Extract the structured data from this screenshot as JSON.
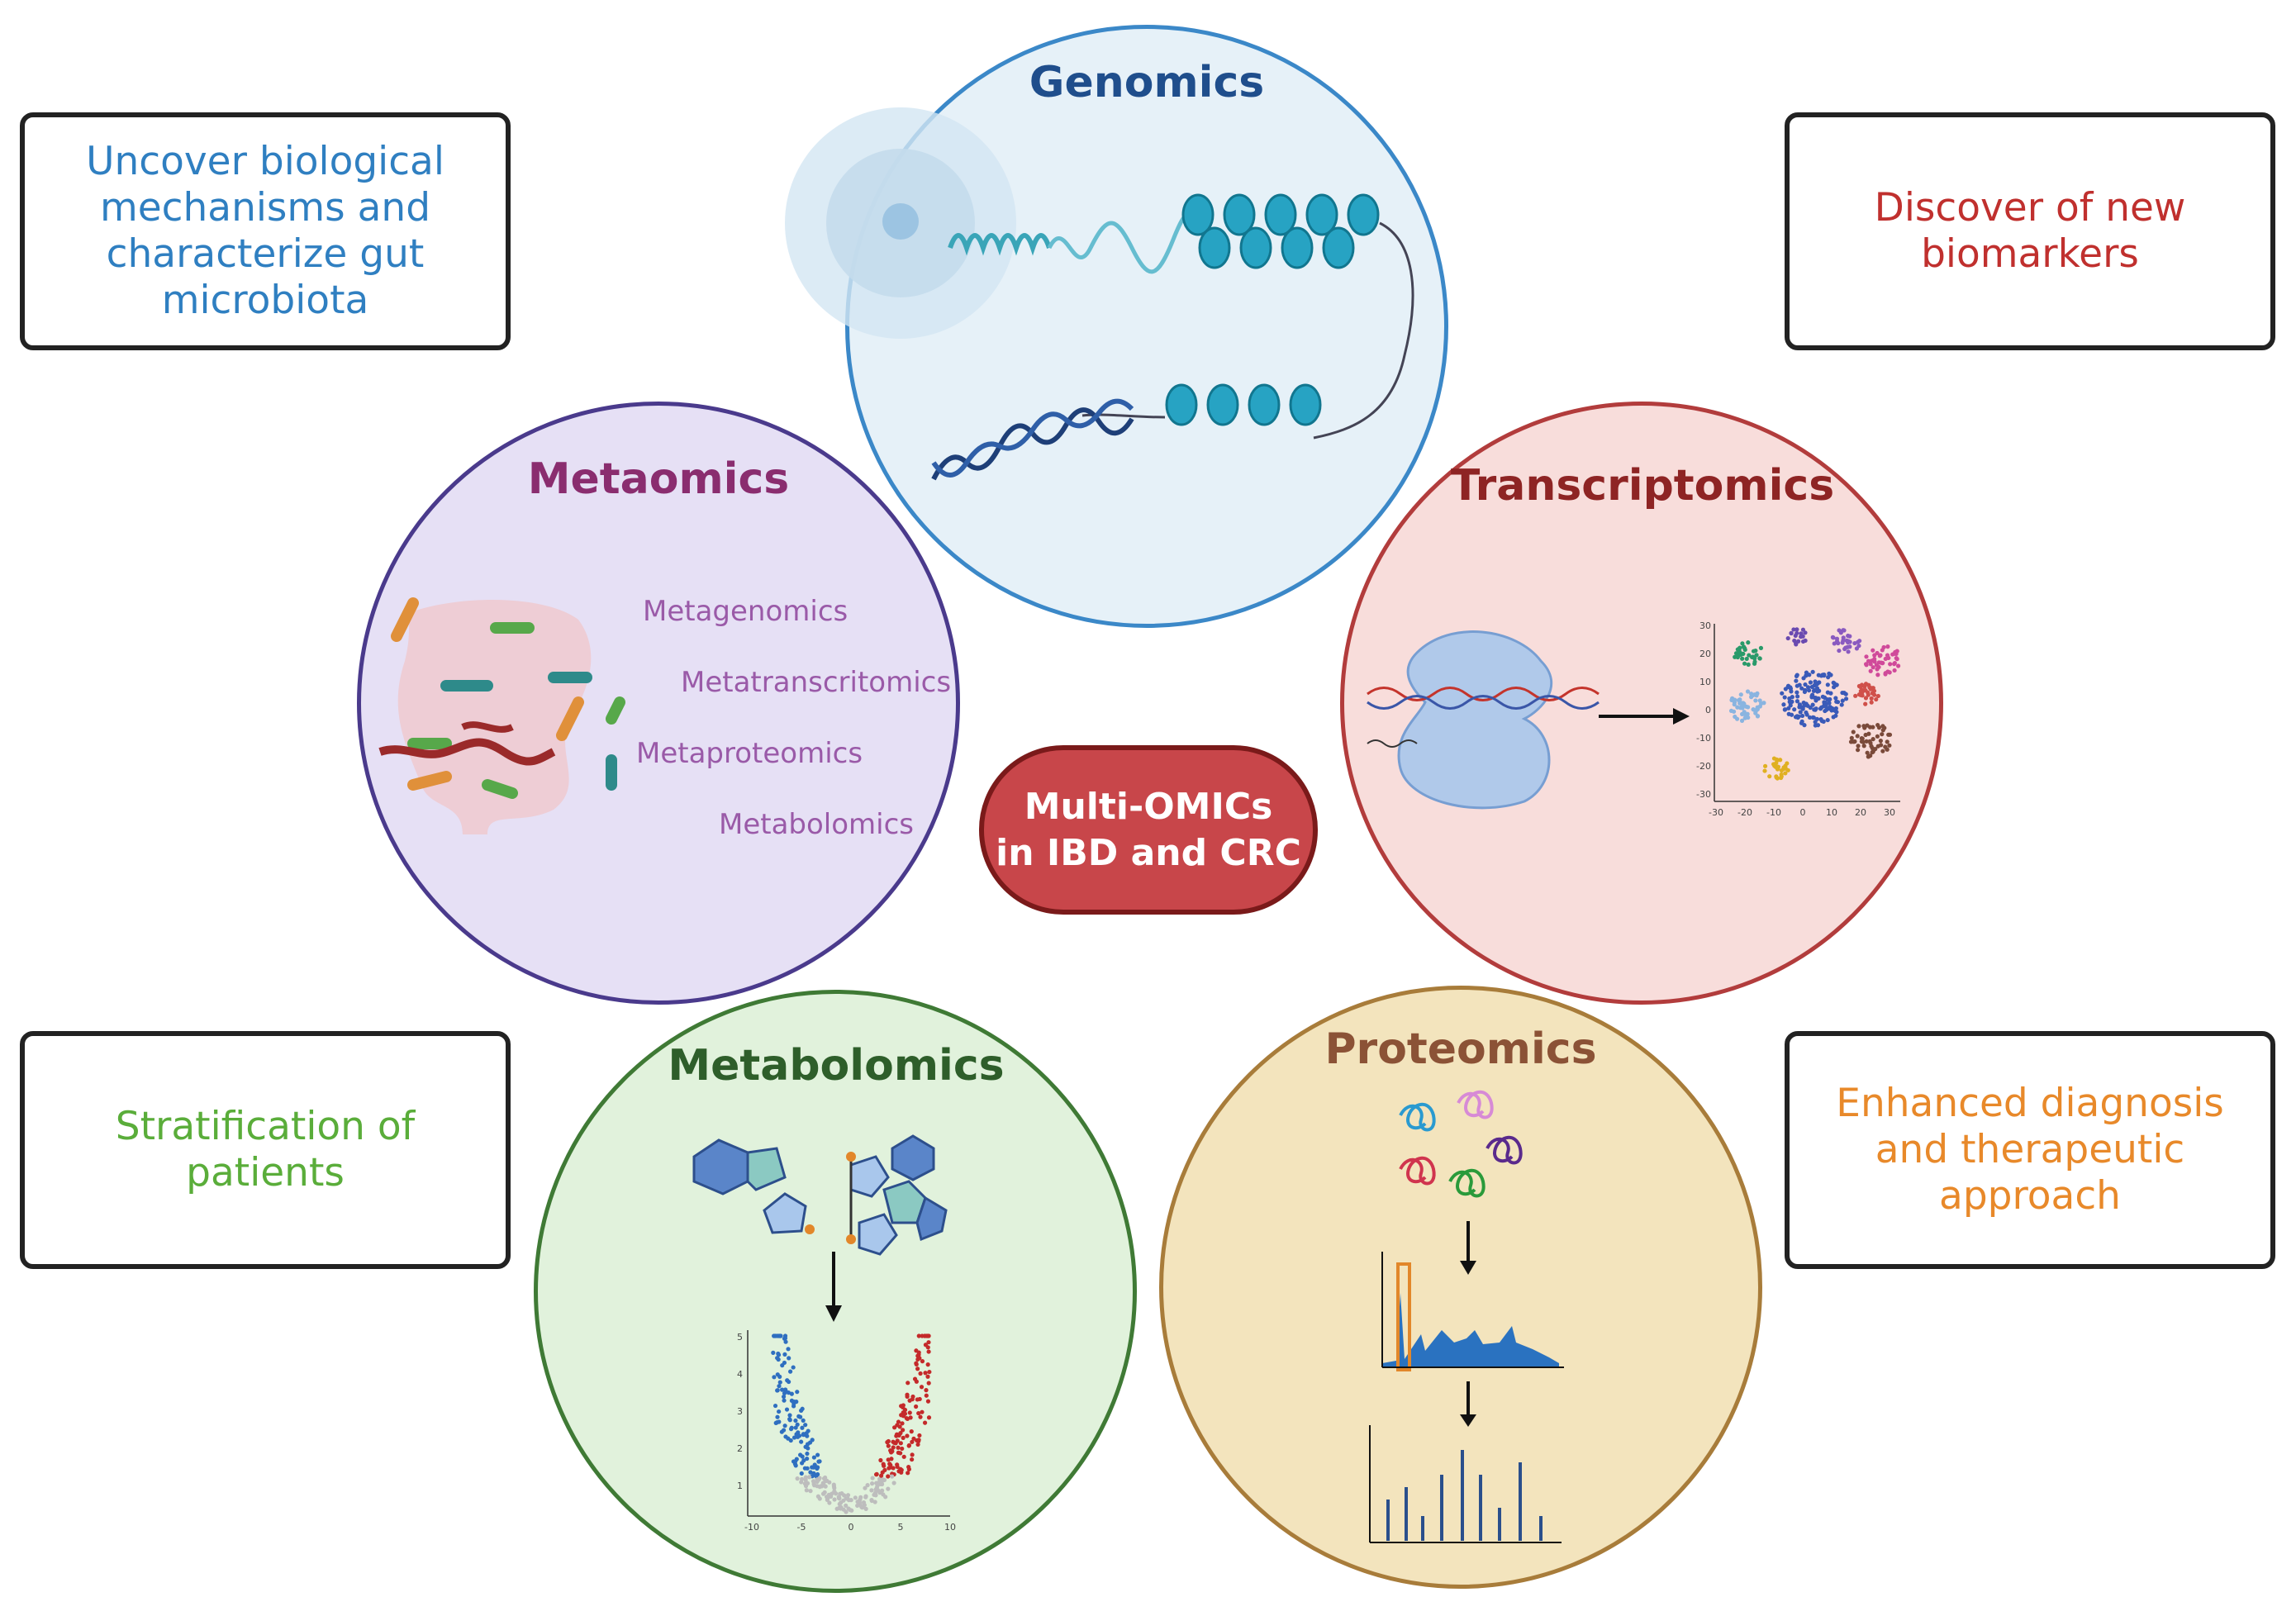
{
  "center": {
    "line1": "Multi-OMICs",
    "line2": "in IBD and CRC"
  },
  "boxes": {
    "top_left": {
      "lines": [
        "Uncover biological",
        "mechanisms and",
        "characterize gut",
        "microbiota"
      ],
      "color": "#2f7fc1"
    },
    "top_right": {
      "lines": [
        "Discover of new",
        "biomarkers"
      ],
      "color": "#c0302e"
    },
    "bottom_left": {
      "lines": [
        "Stratification of",
        "patients"
      ],
      "color": "#5aad3a"
    },
    "bottom_right": {
      "lines": [
        "Enhanced diagnosis",
        "and therapeutic",
        "approach"
      ],
      "color": "#e8892a"
    }
  },
  "circles": {
    "genomics": {
      "title": "Genomics",
      "title_color": "#1f4e8c",
      "fill": "#e6f1f8",
      "border": "#3b88c8"
    },
    "metaomics": {
      "title": "Metaomics",
      "title_color": "#8a2d6f",
      "fill": "#e6e0f5",
      "border": "#4a3a8c",
      "items": [
        "Metagenomics",
        "Metatranscritomics",
        "Metaproteomics",
        "Metabolomics"
      ]
    },
    "transcriptomics": {
      "title": "Transcriptomics",
      "title_color": "#8e2424",
      "fill": "#f8dddb",
      "border": "#b23c3c",
      "tsne_ticks_x": [
        "-30",
        "-20",
        "-10",
        "0",
        "10",
        "20",
        "30"
      ],
      "tsne_ticks_y": [
        "30",
        "20",
        "10",
        "0",
        "-10",
        "-20",
        "-30"
      ]
    },
    "metabolomics": {
      "title": "Metabolomics",
      "title_color": "#2e5e2a",
      "fill": "#e1f2dc",
      "border": "#3f7a35",
      "volcano_ticks_x": [
        "-10",
        "-5",
        "0",
        "5",
        "10"
      ],
      "volcano_ticks_y": [
        "5",
        "4",
        "3",
        "2",
        "1"
      ]
    },
    "proteomics": {
      "title": "Proteomics",
      "title_color": "#8b5236",
      "fill": "#f3e4bd",
      "border": "#a87c3a"
    }
  }
}
